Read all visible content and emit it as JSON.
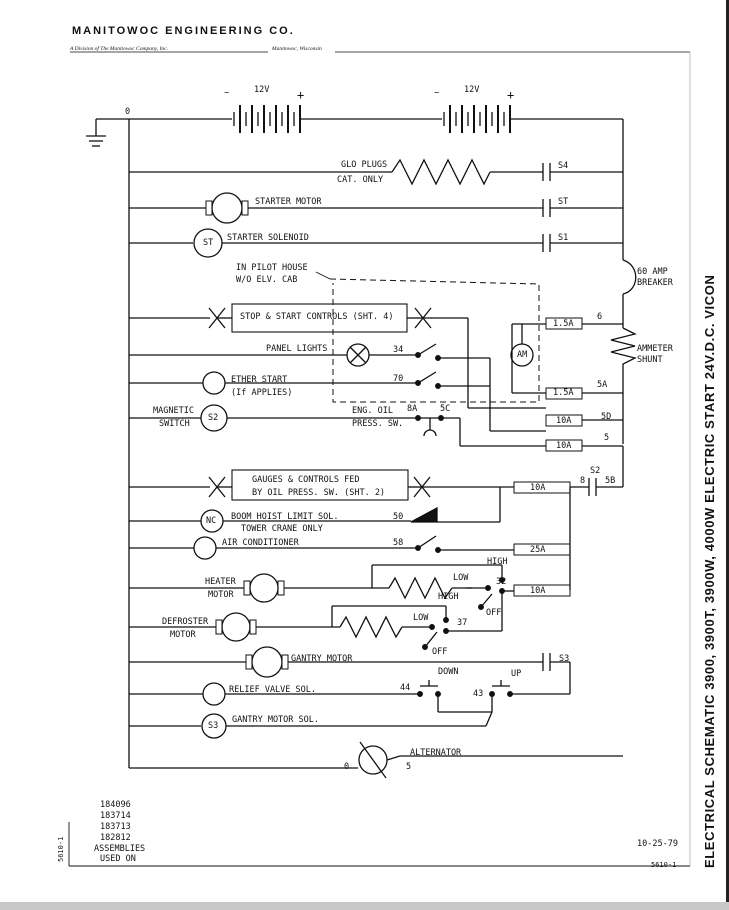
{
  "header": {
    "company": "MANITOWOC ENGINEERING CO.",
    "division": "A Division of The Manitowoc Company, Inc.",
    "city": "Manitowoc, Wisconsin"
  },
  "title": "ELECTRICAL SCHEMATIC 3900, 3900T, 3900W, 4000W  ELECTRIC START 24V.D.C. VICON",
  "batteries": {
    "left_label": "12V",
    "right_label": "12V",
    "minus": "−",
    "plus": "+"
  },
  "ground_wire": "0",
  "components": {
    "glo_plugs_1": "GLO PLUGS",
    "glo_plugs_2": "CAT. ONLY",
    "starter_motor": "STARTER MOTOR",
    "starter_solenoid_symbol": "ST",
    "starter_solenoid": "STARTER SOLENOID",
    "pilot_house_1": "IN PILOT HOUSE",
    "pilot_house_2": "W/O ELV. CAB",
    "breaker_1": "60 AMP",
    "breaker_2": "BREAKER",
    "stop_start": "STOP & START CONTROLS (SHT. 4)",
    "ammeter": "AM",
    "ammeter_shunt_1": "AMMETER",
    "ammeter_shunt_2": "SHUNT",
    "panel_lights": "PANEL LIGHTS",
    "ether_start_1": "ETHER START",
    "ether_start_2": "(If APPLIES)",
    "magnetic_switch_1": "MAGNETIC",
    "magnetic_switch_2": "SWITCH",
    "s2_symbol": "S2",
    "eng_oil_1": "ENG. OIL",
    "eng_oil_2": "PRESS. SW.",
    "gauges_1": "GAUGES & CONTROLS FED",
    "gauges_2": "BY OIL PRESS. SW. (SHT. 2)",
    "nc_symbol": "NC",
    "boom_hoist_1": "BOOM HOIST LIMIT SOL.",
    "boom_hoist_2": "TOWER CRANE ONLY",
    "air_conditioner": "AIR CONDITIONER",
    "heater_1": "HEATER",
    "heater_2": "MOTOR",
    "defroster_1": "DEFROSTER",
    "defroster_2": "MOTOR",
    "gantry_motor": "GANTRY MOTOR",
    "relief_valve": "RELIEF VALVE SOL.",
    "s3_symbol": "S3",
    "gantry_motor_sol": "GANTRY MOTOR SOL.",
    "alternator": "ALTERNATOR",
    "high": "HIGH",
    "low": "LOW",
    "off": "OFF",
    "down": "DOWN",
    "up": "UP"
  },
  "switch_labels": {
    "s4": "S4",
    "st": "ST",
    "s1": "S1",
    "s2": "S2",
    "s3": "S3"
  },
  "wire_numbers": {
    "w34": "34",
    "w70": "70",
    "w8a": "8A",
    "w5c": "5C",
    "w50": "50",
    "w58": "58",
    "w32": "32",
    "w37": "37",
    "w44": "44",
    "w43": "43",
    "w6": "6",
    "w5a": "5A",
    "w5d": "5D",
    "w5": "5",
    "w8": "8",
    "w5b": "5B",
    "w0": "0",
    "w5alt": "5"
  },
  "fuses": {
    "f1": "1.5A",
    "f2": "1.5A",
    "f3": "10A",
    "f4": "10A",
    "f5": "10A",
    "f6": "25A",
    "f7": "10A"
  },
  "assemblies": [
    "184096",
    "183714",
    "183713",
    "182812"
  ],
  "assemblies_label_1": "ASSEMBLIES",
  "assemblies_label_2": "USED ON",
  "side_number": "5610-1",
  "date": "10-25-79",
  "page_number": "5610-1"
}
